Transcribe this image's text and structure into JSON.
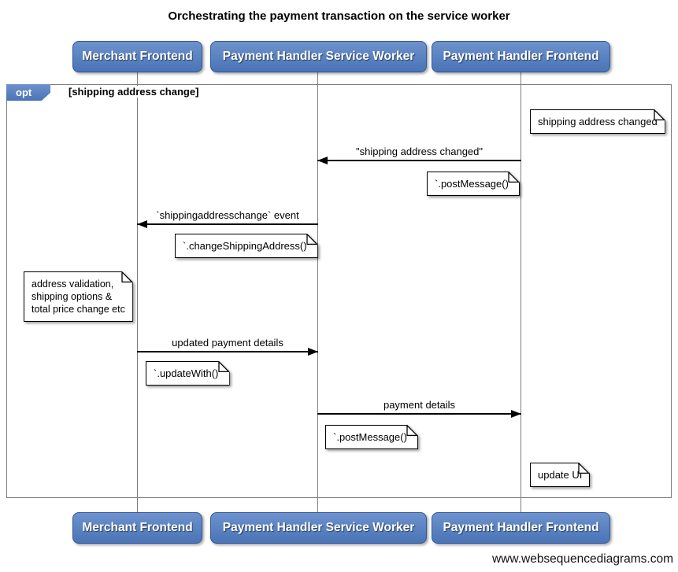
{
  "title": "Orchestrating the payment transaction on the service worker",
  "actors": [
    {
      "label": "Merchant Frontend"
    },
    {
      "label": "Payment Handler Service Worker"
    },
    {
      "label": "Payment Handler Frontend"
    }
  ],
  "frame": {
    "operator": "opt",
    "condition": "[shipping address change]"
  },
  "messages": [
    {
      "label": "\"shipping address changed\"",
      "from": "Payment Handler Frontend",
      "to": "Payment Handler Service Worker",
      "direction": "left"
    },
    {
      "label": "`shippingaddresschange` event",
      "from": "Payment Handler Service Worker",
      "to": "Merchant Frontend",
      "direction": "left"
    },
    {
      "label": "updated payment details",
      "from": "Merchant Frontend",
      "to": "Payment Handler Service Worker",
      "direction": "right"
    },
    {
      "label": "payment details",
      "from": "Payment Handler Service Worker",
      "to": "Payment Handler Frontend",
      "direction": "right"
    }
  ],
  "notes": [
    {
      "text": "shipping address changed"
    },
    {
      "text": "`.postMessage()`"
    },
    {
      "text": "`.changeShippingAddress()`"
    },
    {
      "lines": [
        "address validation,",
        "shipping options &",
        "total price change etc"
      ]
    },
    {
      "text": "`.updateWith()`"
    },
    {
      "text": "`.postMessage()`"
    },
    {
      "text": "update UI"
    }
  ],
  "watermark": "www.websequencediagrams.com",
  "colors": {
    "actor_blue": "#4c7cc0",
    "actor_blue_dark": "#31569b",
    "frame_gray": "#7e7e7e",
    "arrow_black": "#000000",
    "note_bg": "#ffffff"
  }
}
